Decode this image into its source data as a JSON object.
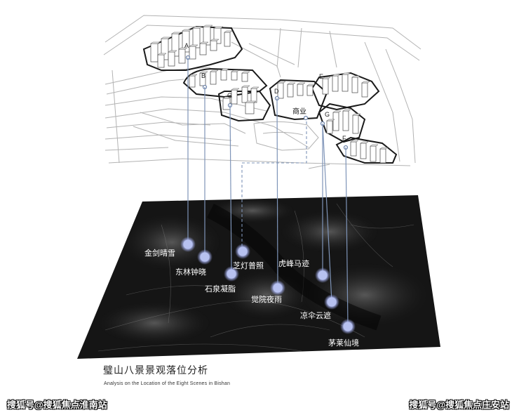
{
  "caption": {
    "title_cn": "璧山八景景观落位分析",
    "title_en": "Analysis on the Location of the Eight Scenes in Bishan"
  },
  "plan": {
    "zone_labels": [
      "A",
      "B",
      "C",
      "D",
      "E",
      "F",
      "G"
    ],
    "commercial_label": "商业"
  },
  "scenes": [
    {
      "id": "A",
      "name": "金剑晴雪"
    },
    {
      "id": "B",
      "name": "东林钟晓"
    },
    {
      "id": "C",
      "name": "石泉凝脂"
    },
    {
      "id": "D",
      "name": "觉院夜雨"
    },
    {
      "id": "E",
      "name": "凉伞云遮"
    },
    {
      "id": "F",
      "name": "茅莱仙境"
    },
    {
      "id": "G",
      "name": "虎峰马迹"
    },
    {
      "id": "H",
      "name": "芝灯普照"
    }
  ],
  "watermarks": {
    "left": "搜狐号@搜狐焦点淮南站",
    "right": "搜狐号@搜狐焦点庄安站"
  },
  "colors": {
    "satellite_dark": "#141414",
    "pin_line": "#7e94b8",
    "pin_node": "#b7c1f0",
    "plan_line": "#1a1a1a",
    "road_line": "#b0b0b0"
  }
}
